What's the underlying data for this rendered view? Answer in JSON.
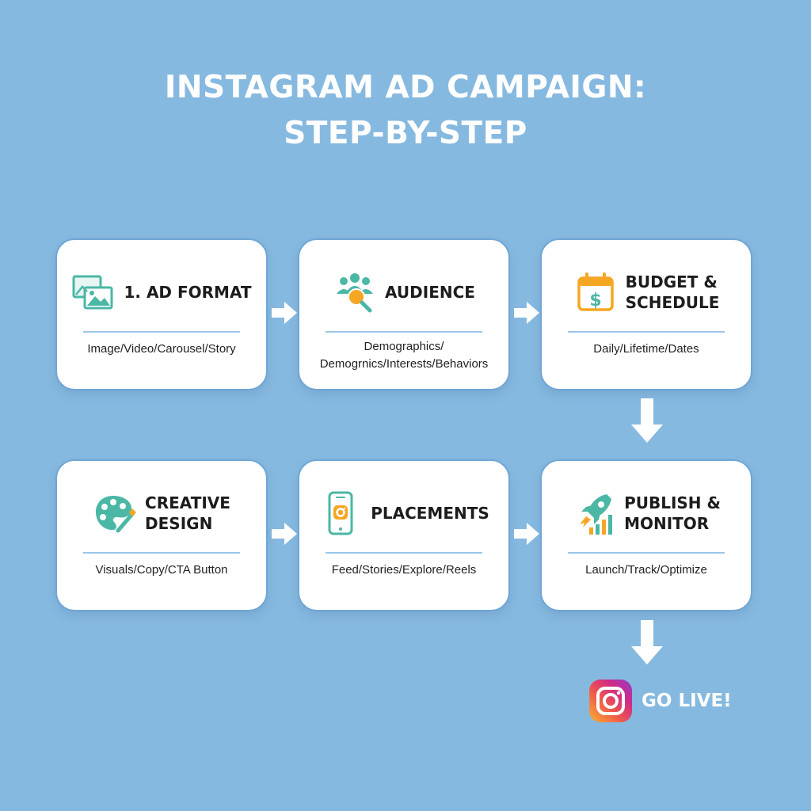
{
  "title": {
    "line1": "INSTAGRAM AD CAMPAIGN:",
    "line2": "STEP-BY-STEP"
  },
  "steps": [
    {
      "title": "1. AD FORMAT",
      "description": "Image/Video/Carousel/Story",
      "icon": "image-gallery-icon"
    },
    {
      "title": "AUDIENCE",
      "description": "Demographics/\nDemogrnics/Interests/Behaviors",
      "icon": "audience-search-icon"
    },
    {
      "title": "BUDGET &\nSCHEDULE",
      "description": "Daily/Lifetime/Dates",
      "icon": "budget-calendar-icon"
    },
    {
      "title": "CREATIVE\nDESIGN",
      "description": "Visuals/Copy/CTA Button",
      "icon": "palette-brush-icon"
    },
    {
      "title": "PLACEMENTS",
      "description": "Feed/Stories/Explore/Reels",
      "icon": "phone-placement-icon"
    },
    {
      "title": "PUBLISH &\nMONITOR",
      "description": "Launch/Track/Optimize",
      "icon": "rocket-chart-icon"
    }
  ],
  "final": {
    "label": "GO LIVE!",
    "icon": "instagram-logo-icon"
  },
  "colors": {
    "background": "#86b9e0",
    "teal": "#4bb7a5",
    "orange": "#f5a623",
    "divider": "#9cc7ea"
  }
}
